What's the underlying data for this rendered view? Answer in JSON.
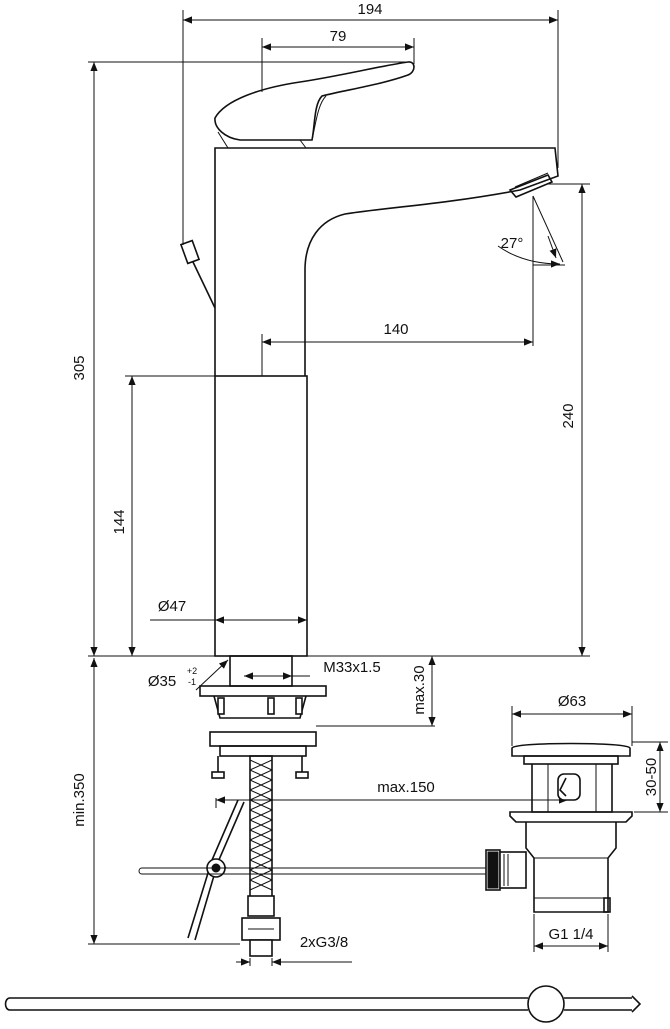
{
  "drawing": {
    "dimensions": {
      "total_width": "194",
      "lever_width": "79",
      "total_height": "305",
      "spout_reach": "140",
      "spout_height": "240",
      "body_height": "144",
      "body_diameter": "Ø47",
      "spout_angle": "27°",
      "shank_diameter": "Ø35",
      "shank_tol_plus": "+2",
      "shank_tol_minus": "-1",
      "thread": "M33x1.5",
      "max_deck": "max.30",
      "min_length": "min.350",
      "max_rod": "max.150",
      "waste_diameter": "Ø63",
      "waste_range": "30-50",
      "waste_thread": "G1 1/4",
      "hose_thread": "2xG3/8"
    }
  }
}
